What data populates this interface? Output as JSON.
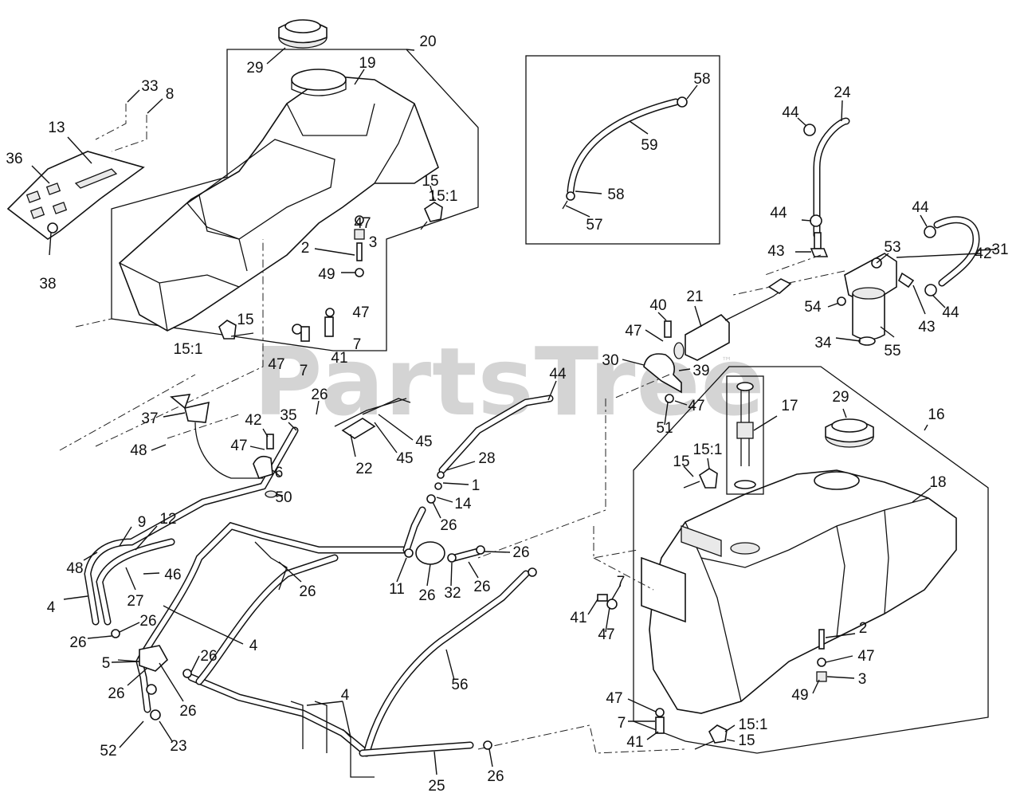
{
  "watermark": "PartsTree",
  "watermark_tm": "™",
  "callouts": [
    {
      "text": "20"
    },
    {
      "text": "29"
    },
    {
      "text": "19"
    },
    {
      "text": "33"
    },
    {
      "text": "8"
    },
    {
      "text": "13"
    },
    {
      "text": "36"
    },
    {
      "text": "38"
    },
    {
      "text": "15"
    },
    {
      "text": "15:1"
    },
    {
      "text": "47"
    },
    {
      "text": "3"
    },
    {
      "text": "2"
    },
    {
      "text": "49"
    },
    {
      "text": "15"
    },
    {
      "text": "15:1"
    },
    {
      "text": "47"
    },
    {
      "text": "7"
    },
    {
      "text": "41"
    },
    {
      "text": "47"
    },
    {
      "text": "7"
    },
    {
      "text": "58"
    },
    {
      "text": "59"
    },
    {
      "text": "58"
    },
    {
      "text": "57"
    },
    {
      "text": "24"
    },
    {
      "text": "44"
    },
    {
      "text": "44"
    },
    {
      "text": "43"
    },
    {
      "text": "44"
    },
    {
      "text": "31"
    },
    {
      "text": "53"
    },
    {
      "text": "42"
    },
    {
      "text": "54"
    },
    {
      "text": "43"
    },
    {
      "text": "44"
    },
    {
      "text": "34"
    },
    {
      "text": "55"
    },
    {
      "text": "40"
    },
    {
      "text": "21"
    },
    {
      "text": "47"
    },
    {
      "text": "30"
    },
    {
      "text": "39"
    },
    {
      "text": "47"
    },
    {
      "text": "51"
    },
    {
      "text": "17"
    },
    {
      "text": "29"
    },
    {
      "text": "16"
    },
    {
      "text": "15:1"
    },
    {
      "text": "15"
    },
    {
      "text": "18"
    },
    {
      "text": "44"
    },
    {
      "text": "37"
    },
    {
      "text": "26"
    },
    {
      "text": "35"
    },
    {
      "text": "42"
    },
    {
      "text": "47"
    },
    {
      "text": "48"
    },
    {
      "text": "6"
    },
    {
      "text": "50"
    },
    {
      "text": "22"
    },
    {
      "text": "45"
    },
    {
      "text": "45"
    },
    {
      "text": "28"
    },
    {
      "text": "1"
    },
    {
      "text": "14"
    },
    {
      "text": "26"
    },
    {
      "text": "26"
    },
    {
      "text": "12"
    },
    {
      "text": "9"
    },
    {
      "text": "48"
    },
    {
      "text": "46"
    },
    {
      "text": "27"
    },
    {
      "text": "4"
    },
    {
      "text": "26"
    },
    {
      "text": "11"
    },
    {
      "text": "26"
    },
    {
      "text": "32"
    },
    {
      "text": "26"
    },
    {
      "text": "26"
    },
    {
      "text": "26"
    },
    {
      "text": "4"
    },
    {
      "text": "5"
    },
    {
      "text": "26"
    },
    {
      "text": "26"
    },
    {
      "text": "26"
    },
    {
      "text": "56"
    },
    {
      "text": "52"
    },
    {
      "text": "23"
    },
    {
      "text": "4"
    },
    {
      "text": "25"
    },
    {
      "text": "26"
    },
    {
      "text": "7"
    },
    {
      "text": "41"
    },
    {
      "text": "47"
    },
    {
      "text": "2"
    },
    {
      "text": "47"
    },
    {
      "text": "3"
    },
    {
      "text": "49"
    },
    {
      "text": "47"
    },
    {
      "text": "7"
    },
    {
      "text": "41"
    },
    {
      "text": "15:1"
    },
    {
      "text": "15"
    }
  ]
}
